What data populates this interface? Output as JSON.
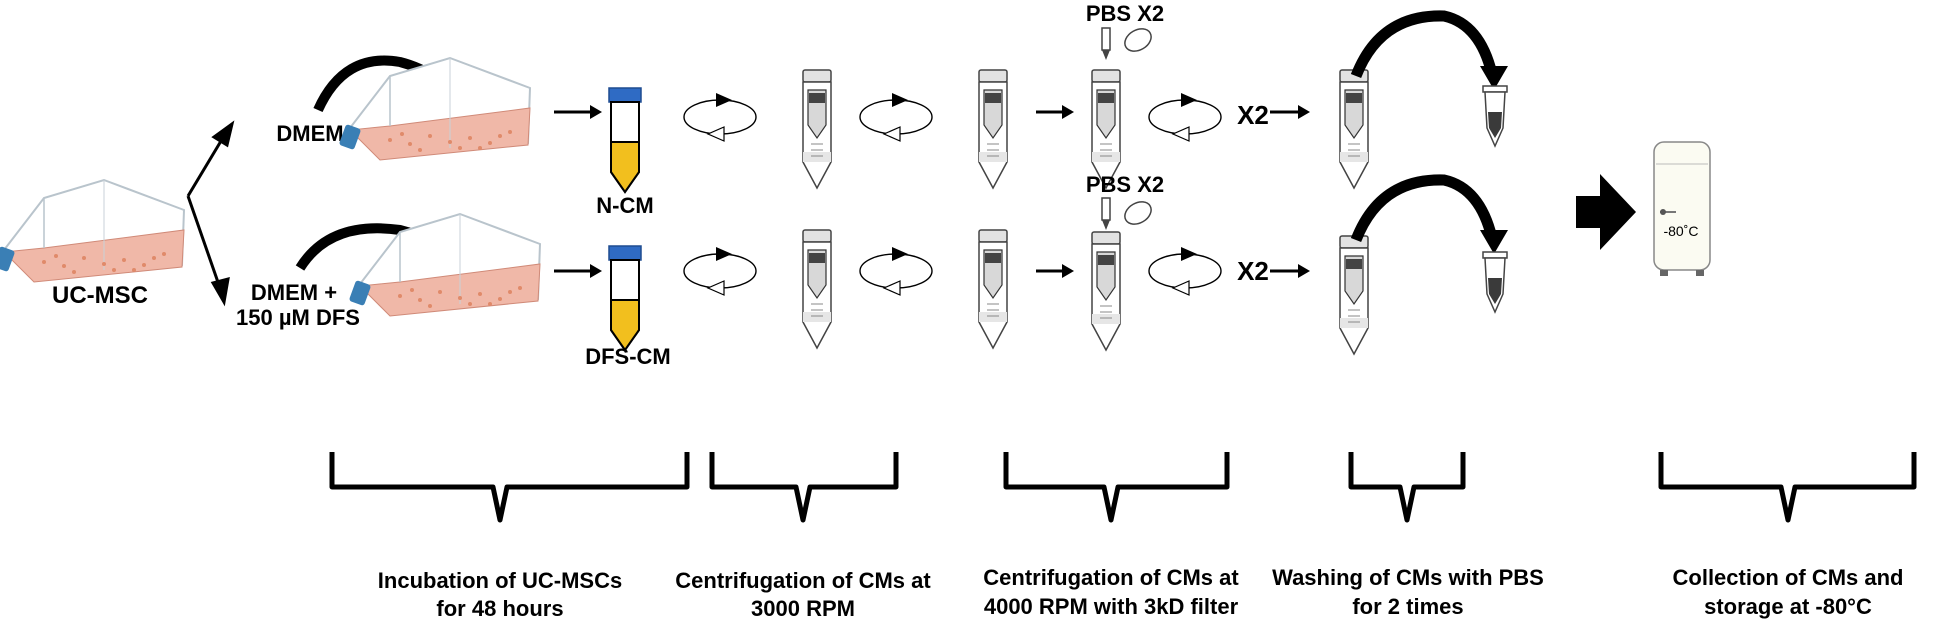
{
  "source": {
    "label": "UC-MSC"
  },
  "conditions": {
    "top": {
      "medium": "DMEM",
      "cm_name": "N-CM",
      "wash_label": "PBS X2",
      "repeat": "X2"
    },
    "bottom": {
      "medium_line1": "DMEM +",
      "medium_line2": "150 µM DFS",
      "cm_name": "DFS-CM",
      "wash_label": "PBS X2",
      "repeat": "X2"
    }
  },
  "steps": [
    {
      "line1": "Incubation of UC-MSCs",
      "line2": "for 48 hours"
    },
    {
      "line1": "Centrifugation of CMs at",
      "line2": "3000 RPM"
    },
    {
      "line1": "Centrifugation of CMs at",
      "line2": "4000 RPM with 3kD filter"
    },
    {
      "line1": "Washing of CMs with PBS",
      "line2": "for 2 times"
    },
    {
      "line1": "Collection of CMs and",
      "line2": "storage at -80°C"
    }
  ],
  "freezer": {
    "label": "-80˚C"
  },
  "colors": {
    "medium": "#f0b8a8",
    "medium_spot": "#e08a6a",
    "cap_blue": "#2f6bc4",
    "cap_flask": "#3a7fb5",
    "cm_fill": "#f2bf1e"
  }
}
